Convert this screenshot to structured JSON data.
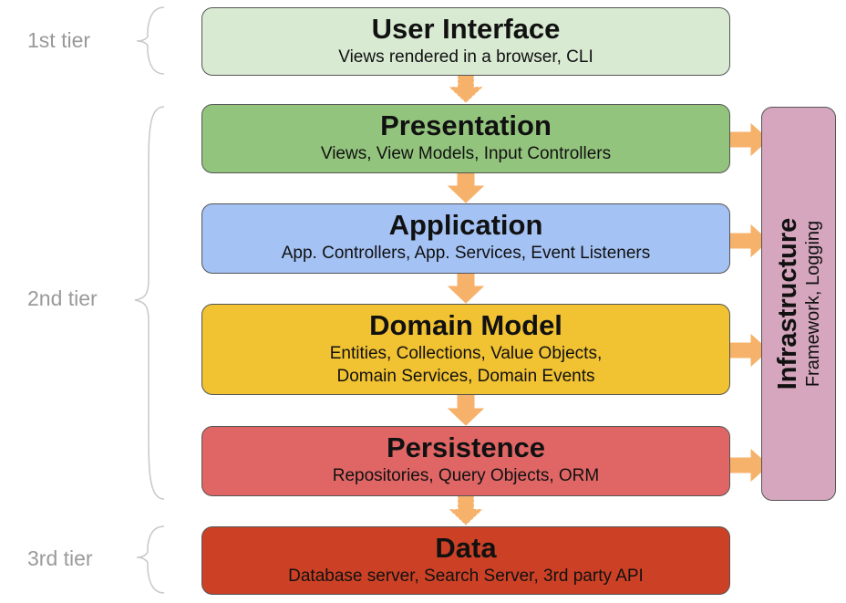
{
  "tiers": [
    {
      "label": "1st tier"
    },
    {
      "label": "2nd tier"
    },
    {
      "label": "3rd tier"
    }
  ],
  "layers": [
    {
      "title": "User Interface",
      "desc": [
        "Views rendered in a browser, CLI"
      ],
      "color": "#d9ead3"
    },
    {
      "title": "Presentation",
      "desc": [
        "Views, View Models, Input Controllers"
      ],
      "color": "#93c47d"
    },
    {
      "title": "Application",
      "desc": [
        "App. Controllers, App. Services, Event Listeners"
      ],
      "color": "#a4c2f4"
    },
    {
      "title": "Domain Model",
      "desc": [
        "Entities, Collections, Value Objects,",
        "Domain Services, Domain Events"
      ],
      "color": "#f1c232"
    },
    {
      "title": "Persistence",
      "desc": [
        "Repositories, Query Objects, ORM"
      ],
      "color": "#e06666"
    },
    {
      "title": "Data",
      "desc": [
        "Database server, Search Server, 3rd party API"
      ],
      "color": "#cc4125"
    }
  ],
  "infrastructure": {
    "title": "Infrastructure",
    "desc": "Framework, Logging",
    "color": "#d5a6bd"
  },
  "colors": {
    "arrow_fill": "#f6b26b",
    "arrow_stroke": "#f6b26b",
    "border": "#555555",
    "brace": "#c8c8c8",
    "tier_text": "#9a9a9a"
  }
}
